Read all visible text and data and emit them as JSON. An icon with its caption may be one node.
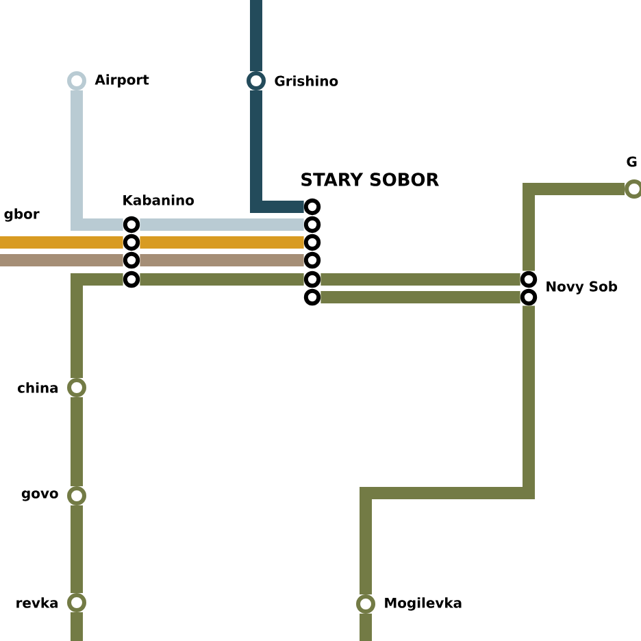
{
  "diagram": {
    "nodes": [
      {
        "text": [
          "Airport"
        ]
      },
      {
        "text": [
          "Grishino"
        ]
      },
      {
        "text": [
          "G"
        ]
      },
      {
        "text": [
          "Kabanino"
        ]
      },
      {
        "text": [
          "STARY SOBOR"
        ]
      },
      {
        "text": [
          "Novy Sob"
        ]
      },
      {
        "text": [
          "china"
        ]
      },
      {
        "text": [
          "govo"
        ]
      },
      {
        "text": [
          "revka"
        ]
      },
      {
        "text": [
          "Mogilevka"
        ]
      }
    ],
    "edges": [
      {
        "from": 0,
        "to": 3,
        "arrow": "none",
        "color": "#b9cbd3"
      },
      {
        "from": 3,
        "to": 4,
        "arrow": "none",
        "color": "#b9cbd3"
      },
      {
        "from": null,
        "to": 1,
        "arrow": "none",
        "color": "#234b5b"
      },
      {
        "from": 1,
        "to": 4,
        "arrow": "none",
        "color": "#234b5b"
      },
      {
        "from": null,
        "to": 3,
        "arrow": "none",
        "color": "#d89b22"
      },
      {
        "from": 3,
        "to": 4,
        "arrow": "none",
        "color": "#d89b22"
      },
      {
        "from": null,
        "to": 3,
        "arrow": "none",
        "color": "#a58e76"
      },
      {
        "from": 3,
        "to": 4,
        "arrow": "none",
        "color": "#a58e76"
      },
      {
        "from": null,
        "to": 8,
        "arrow": "none"
      },
      {
        "from": 8,
        "to": 7,
        "arrow": "none"
      },
      {
        "from": 7,
        "to": 6,
        "arrow": "none"
      },
      {
        "from": 6,
        "to": 3,
        "arrow": "none"
      },
      {
        "from": 3,
        "to": 4,
        "arrow": "none"
      },
      {
        "from": 4,
        "to": 5,
        "arrow": "none"
      },
      {
        "from": 4,
        "to": 5,
        "arrow": "none"
      },
      {
        "from": 5,
        "to": 2,
        "arrow": "none"
      },
      {
        "from": 5,
        "to": 9,
        "arrow": "none"
      },
      {
        "from": 9,
        "to": null,
        "arrow": "none"
      }
    ],
    "labels": [
      "gbor"
    ]
  }
}
